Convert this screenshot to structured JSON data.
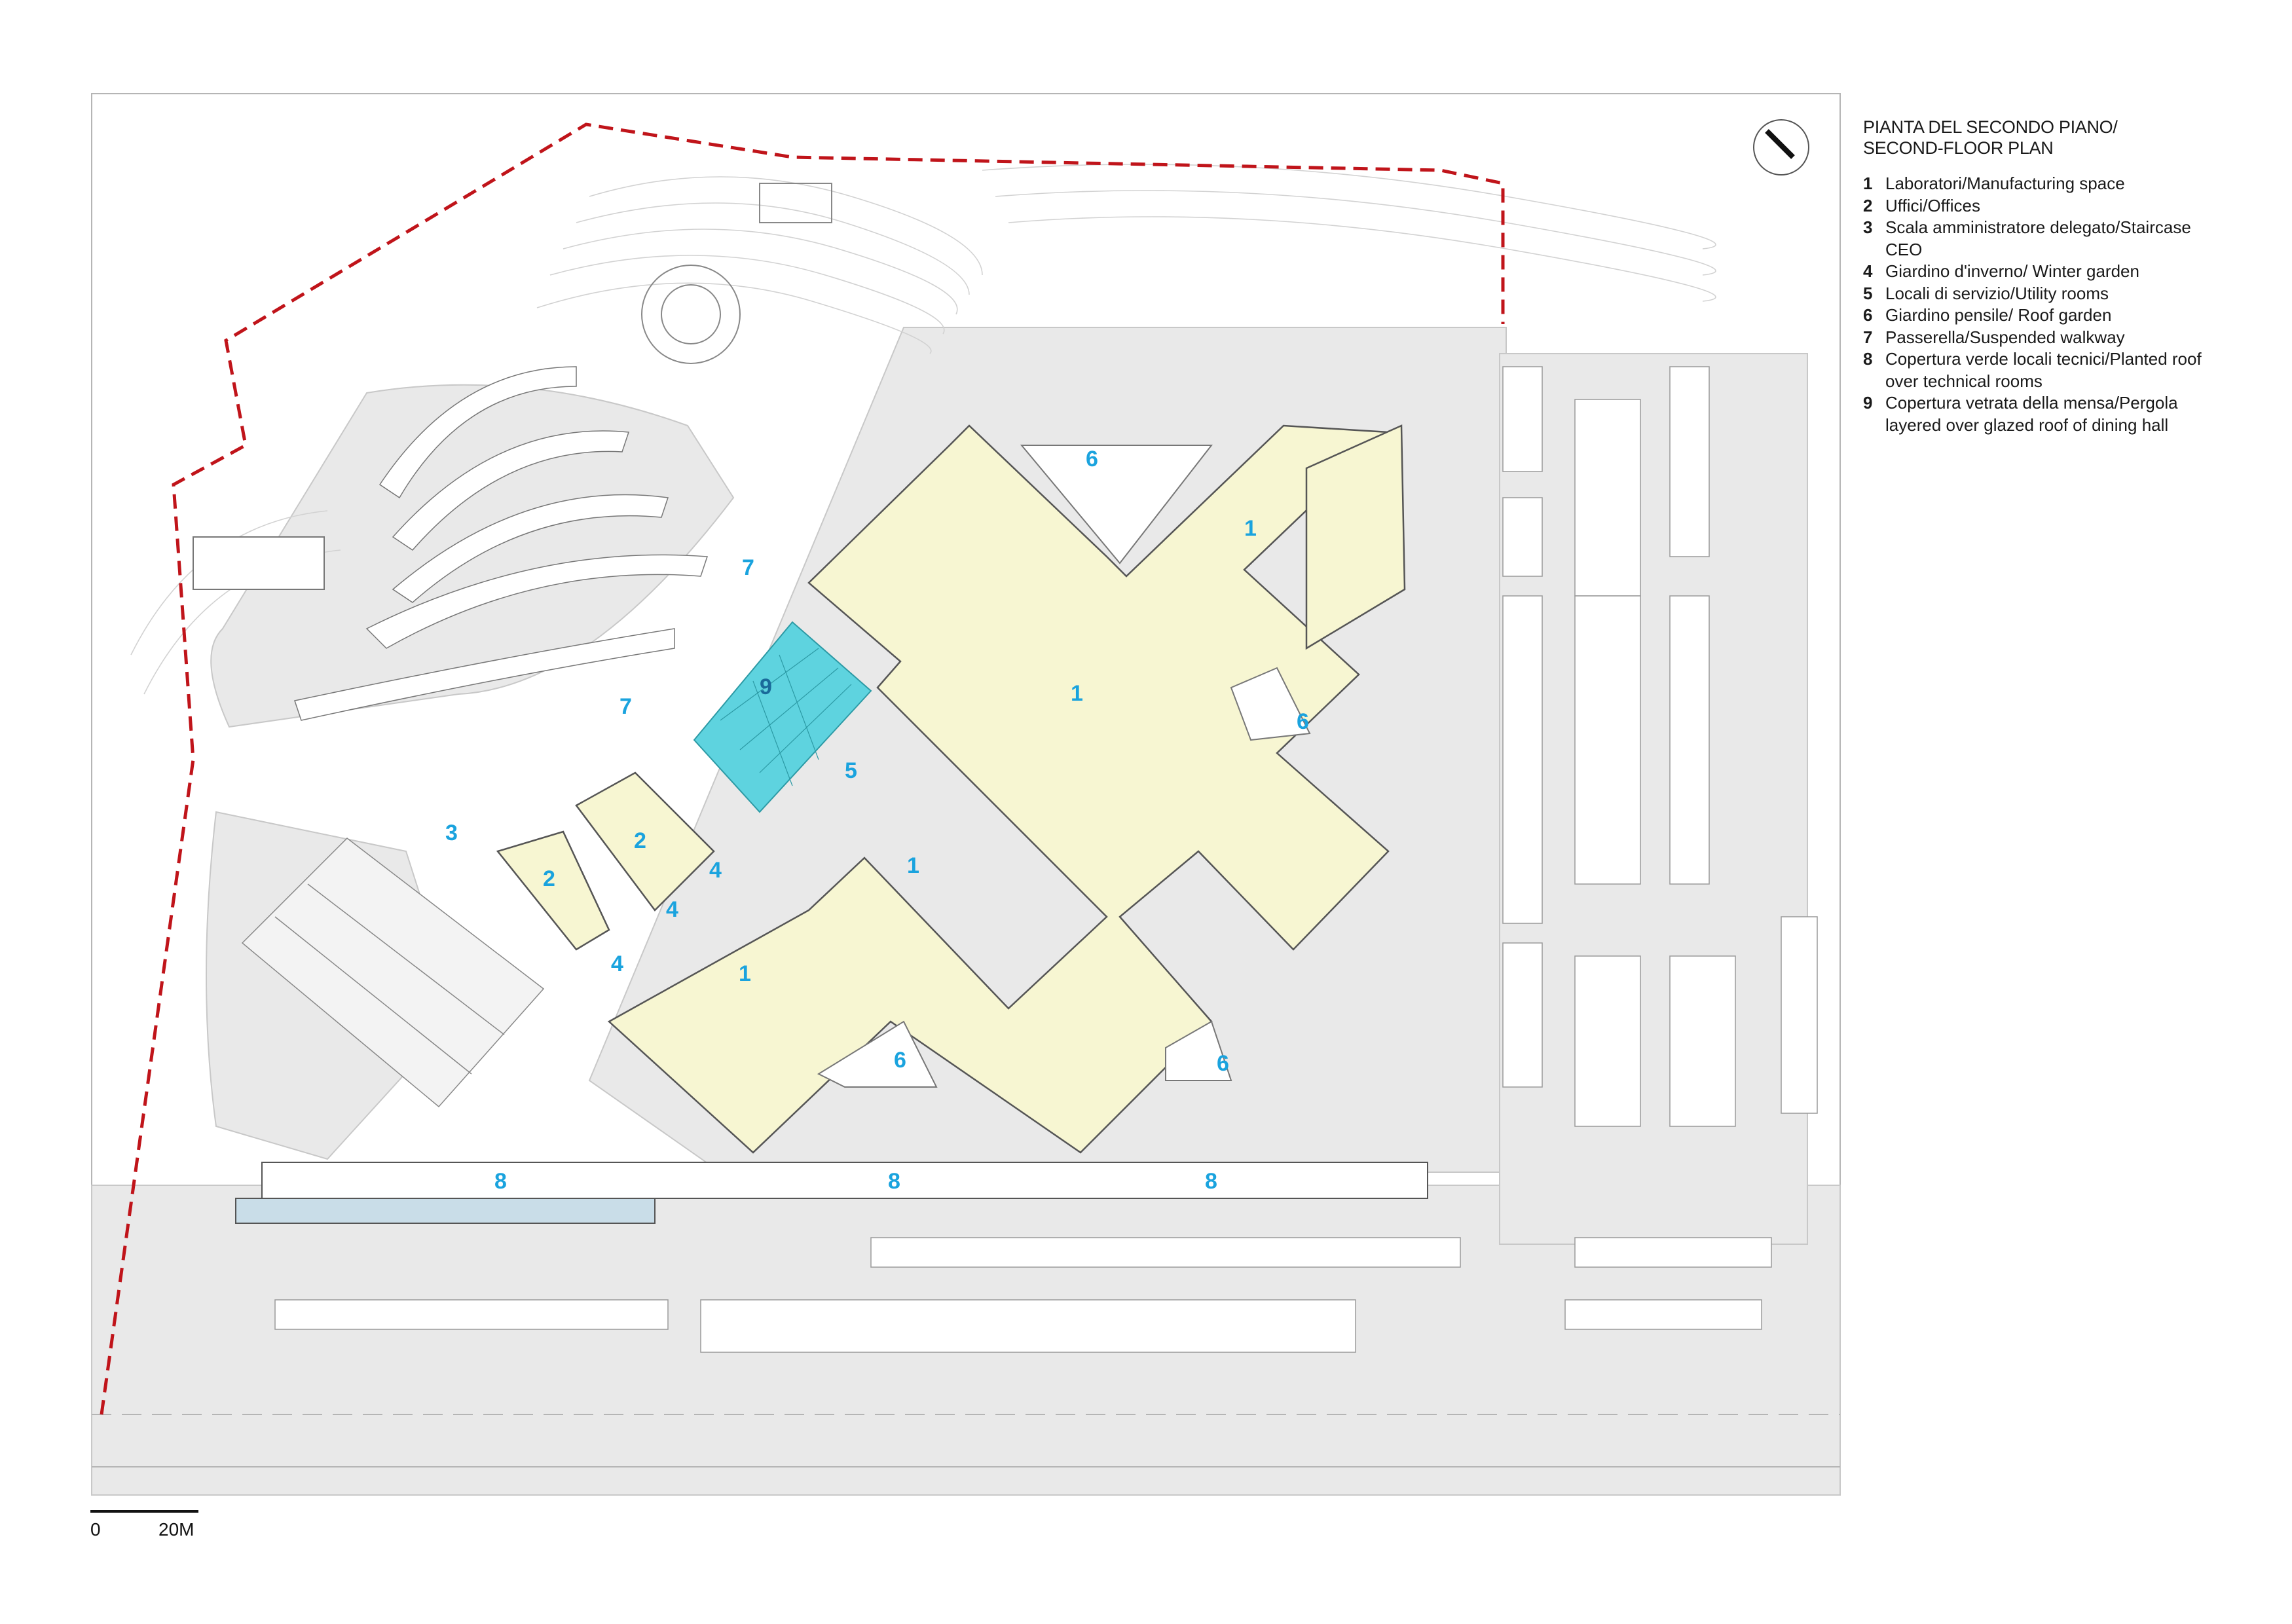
{
  "legend": {
    "title_line1": "PIANTA DEL SECONDO PIANO/",
    "title_line2": "SECOND-FLOOR PLAN",
    "items": [
      {
        "num": "1",
        "text": "Laboratori/Manufacturing space"
      },
      {
        "num": "2",
        "text": "Uffici/Offices"
      },
      {
        "num": "3",
        "text": "Scala amministratore delegato/Staircase CEO"
      },
      {
        "num": "4",
        "text": "Giardino d'inverno/ Winter garden"
      },
      {
        "num": "5",
        "text": "Locali di servizio/Utility rooms"
      },
      {
        "num": "6",
        "text": "Giardino pensile/ Roof garden"
      },
      {
        "num": "7",
        "text": "Passerella/Suspended walkway"
      },
      {
        "num": "8",
        "text": "Copertura verde locali tecnici/Planted roof over technical rooms"
      },
      {
        "num": "9",
        "text": "Copertura vetrata della mensa/Pergola layered over glazed roof of dining hall"
      }
    ]
  },
  "scale": {
    "start": "0",
    "end": "20M"
  },
  "plan_labels": [
    {
      "id": "label-1-a",
      "text": "1"
    },
    {
      "id": "label-1-b",
      "text": "1"
    },
    {
      "id": "label-1-c",
      "text": "1"
    },
    {
      "id": "label-1-d",
      "text": "1"
    },
    {
      "id": "label-2-a",
      "text": "2"
    },
    {
      "id": "label-2-b",
      "text": "2"
    },
    {
      "id": "label-3",
      "text": "3"
    },
    {
      "id": "label-4-a",
      "text": "4"
    },
    {
      "id": "label-4-b",
      "text": "4"
    },
    {
      "id": "label-4-c",
      "text": "4"
    },
    {
      "id": "label-5",
      "text": "5"
    },
    {
      "id": "label-6-a",
      "text": "6"
    },
    {
      "id": "label-6-b",
      "text": "6"
    },
    {
      "id": "label-6-c",
      "text": "6"
    },
    {
      "id": "label-6-d",
      "text": "6"
    },
    {
      "id": "label-7-a",
      "text": "7"
    },
    {
      "id": "label-7-b",
      "text": "7"
    },
    {
      "id": "label-8-a",
      "text": "8"
    },
    {
      "id": "label-8-b",
      "text": "8"
    },
    {
      "id": "label-8-c",
      "text": "8"
    },
    {
      "id": "label-9",
      "text": "9"
    }
  ],
  "colors": {
    "building_fill": "#f7f6d2",
    "glazed_roof": "#5ed3df",
    "ground": "#e9e9e9",
    "boundary": "#c0141a",
    "label": "#1aa3de"
  }
}
